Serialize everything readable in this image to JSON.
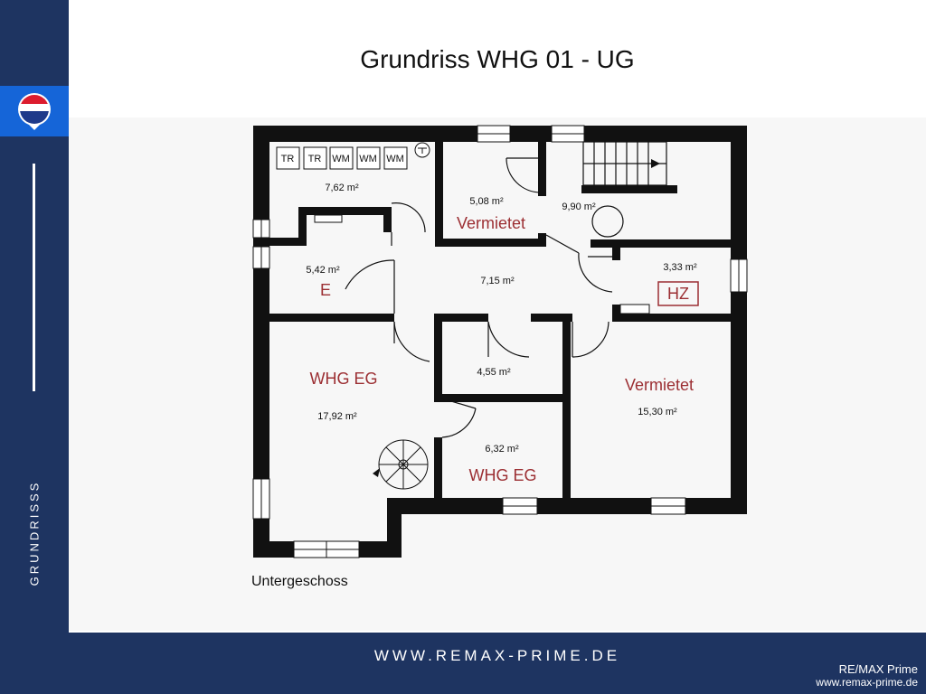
{
  "title": "Grundriss WHG 01 - UG",
  "sidebar": {
    "label": "GRUNDRISSS"
  },
  "footer": {
    "url": "WWW.REMAX-PRIME.DE"
  },
  "brand": {
    "name": "RE/MAX Prime",
    "url": "www.remax-prime.de"
  },
  "plan": {
    "caption": "Untergeschoss",
    "appliances": [
      "TR",
      "TR",
      "WM",
      "WM",
      "WM"
    ],
    "rooms": [
      {
        "area": "7,62 m²",
        "use": ""
      },
      {
        "area": "5,08 m²",
        "use": "Vermietet"
      },
      {
        "area": "9,90 m²",
        "use": ""
      },
      {
        "area": "5,42 m²",
        "use": "E"
      },
      {
        "area": "7,15 m²",
        "use": ""
      },
      {
        "area": "3,33 m²",
        "use": "HZ"
      },
      {
        "area": "17,92 m²",
        "use": "WHG EG"
      },
      {
        "area": "4,55 m²",
        "use": ""
      },
      {
        "area": "15,30 m²",
        "use": "Vermietet"
      },
      {
        "area": "6,32 m²",
        "use": "WHG EG"
      }
    ]
  },
  "colors": {
    "navy": "#1e3461",
    "logo_blue": "#1565d8",
    "label_red": "#9c2f33"
  }
}
